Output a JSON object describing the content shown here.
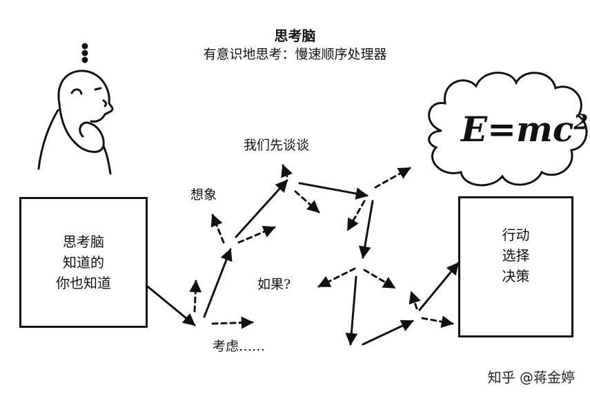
{
  "header": {
    "title": "思考脑",
    "subtitle": "有意识地思考：慢速顺序处理器"
  },
  "left_box": {
    "lines": [
      "思考脑",
      "知道的",
      "你也知道"
    ]
  },
  "right_box": {
    "lines": [
      "行动",
      "选择",
      "决策"
    ]
  },
  "labels": {
    "talk": "我们先谈谈",
    "imagine": "想象",
    "what_if": "如果?",
    "consider": "考虑……"
  },
  "thought_bubble": {
    "lhs": "E",
    "rhs": "=mc",
    "exponent": "2"
  },
  "watermark": "知乎 @蒋金婷"
}
